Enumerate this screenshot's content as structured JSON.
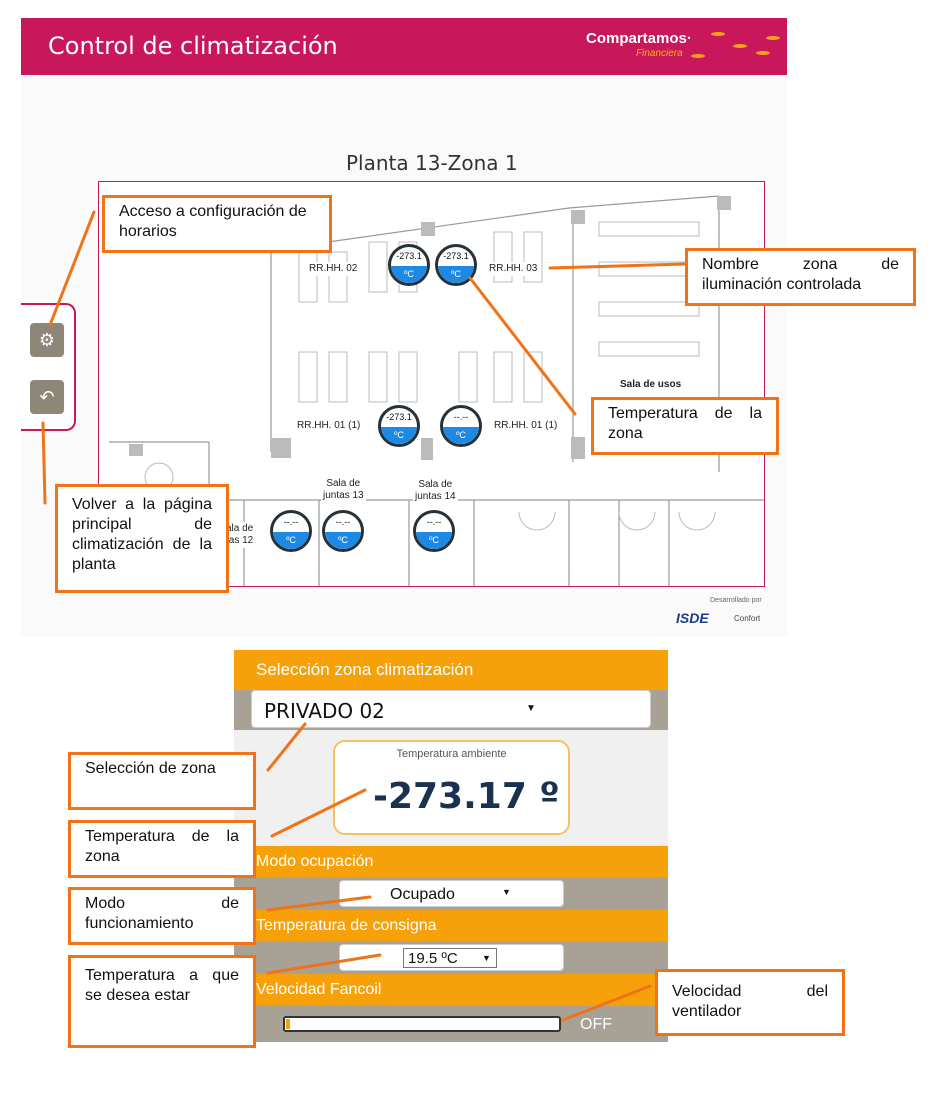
{
  "header": {
    "title": "Control de climatización",
    "brand": "Compartamos",
    "brand_sup": "·",
    "brand_sub": "Financiera"
  },
  "plan": {
    "title": "Planta 13-Zona 1",
    "rooms": [
      "RR.HH. 02",
      "RR.HH. 03",
      "RR.HH. 01 (1)",
      "RR.HH. 01 (1)",
      "Sala de usos",
      "Sala de",
      "juntas 13",
      "Sala de",
      "juntas 14",
      "ala de",
      "tas 12"
    ],
    "gauges": [
      {
        "value": "-273.1",
        "unit": "ºC"
      },
      {
        "value": "-273.1",
        "unit": "ºC"
      },
      {
        "value": "-273.1",
        "unit": "ºC"
      },
      {
        "value": "--.--",
        "unit": "ºC"
      },
      {
        "value": "--.--",
        "unit": "ºC"
      },
      {
        "value": "--.--",
        "unit": "ºC"
      },
      {
        "value": "--.--",
        "unit": "ºC"
      }
    ],
    "developed_by": "Desarrollado por",
    "logo_isde": "ISDE",
    "logo_confort": "Confort"
  },
  "callouts": {
    "horarios": "Acceso a configuración de horarios",
    "nombre_zona": "Nombre zona de iluminación controlada",
    "temp_zona_top": "Temperatura de la zona",
    "volver": "Volver a la página principal de climatización de la planta",
    "seleccion": "Selección de zona",
    "temp_zona": "Temperatura de la zona",
    "modo": "Modo de funcionamiento",
    "consigna": "Temperatura a que se desea estar",
    "ventilador": "Velocidad del ventilador"
  },
  "panel": {
    "zone_header": "Selección zona climatización",
    "zone_selected": "PRIVADO 02",
    "temp_label": "Temperatura ambiente",
    "temp_value": "-273.17  º",
    "occupancy_header": "Modo ocupación",
    "occupancy_selected": "Ocupado",
    "setpoint_header": "Temperatura de consigna",
    "setpoint_selected": "19.5 ºC",
    "fan_header": "Velocidad Fancoil",
    "fan_state": "OFF",
    "fan_level": 0
  },
  "icons": {
    "settings": "gears-icon",
    "back": "back-arrow-icon",
    "dropdown": "▼"
  },
  "colors": {
    "brand": "#c8175a",
    "accent": "#f7a10a",
    "callout_border": "#f07318",
    "gauge_fill": "#1e88e5"
  }
}
